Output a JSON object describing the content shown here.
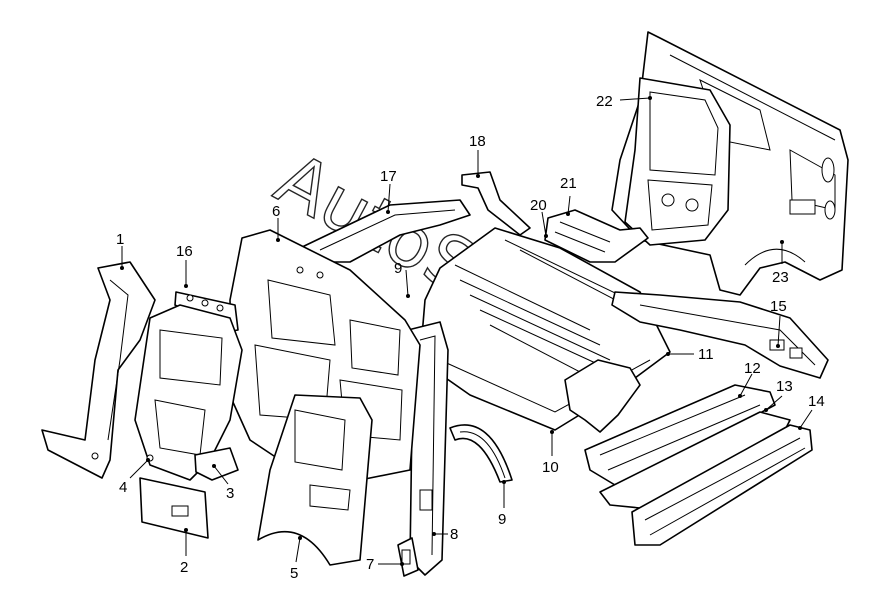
{
  "diagram": {
    "callouts": [
      {
        "number": "1"
      },
      {
        "number": "2"
      },
      {
        "number": "3"
      },
      {
        "number": "4"
      },
      {
        "number": "5"
      },
      {
        "number": "6"
      },
      {
        "number": "7"
      },
      {
        "number": "8"
      },
      {
        "number": "9"
      },
      {
        "number": "9"
      },
      {
        "number": "10"
      },
      {
        "number": "11"
      },
      {
        "number": "12"
      },
      {
        "number": "13"
      },
      {
        "number": "14"
      },
      {
        "number": "15"
      },
      {
        "number": "16"
      },
      {
        "number": "17"
      },
      {
        "number": "18"
      },
      {
        "number": "20"
      },
      {
        "number": "21"
      },
      {
        "number": "22"
      },
      {
        "number": "23"
      }
    ],
    "watermark": "AutoSoft",
    "colors": {
      "line": "#000000",
      "background": "#ffffff"
    }
  }
}
